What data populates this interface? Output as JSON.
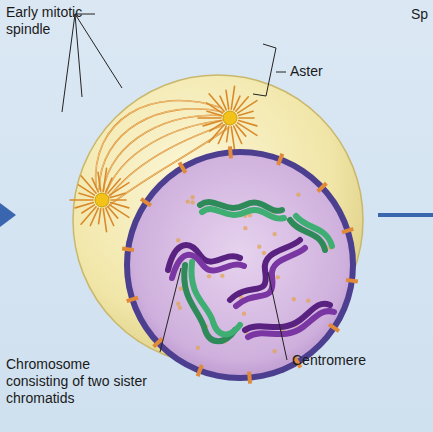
{
  "diagram": {
    "labels": [
      "Early mitotic spindle",
      "Sp",
      "Aster",
      "Chromosome consisting of two sister chromatids",
      "Centromere"
    ]
  }
}
